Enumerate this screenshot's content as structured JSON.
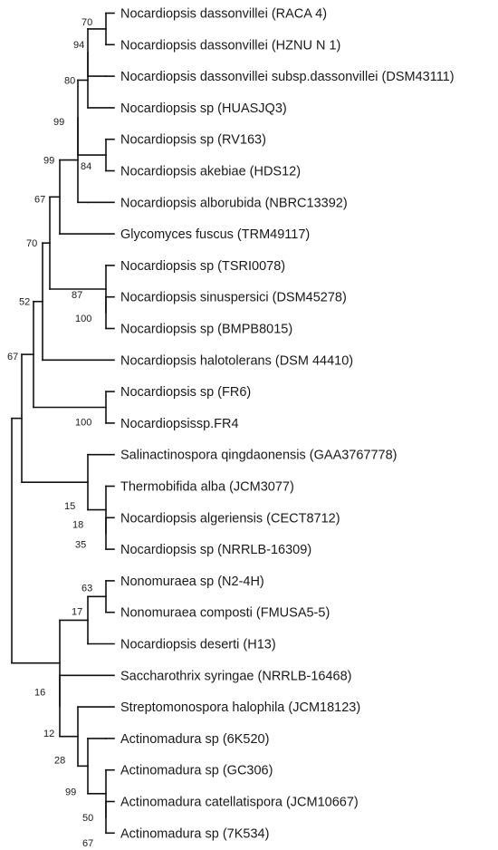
{
  "tree": {
    "leaves": [
      "Nocardiopsis dassonvillei (RACA 4)",
      "Nocardiopsis dassonvillei (HZNU N 1)",
      "Nocardiopsis dassonvillei subsp.dassonvillei (DSM43111)",
      "Nocardiopsis sp (HUASJQ3)",
      "Nocardiopsis sp (RV163)",
      "Nocardiopsis akebiae (HDS12)",
      "Nocardiopsis alborubida (NBRC13392)",
      "Glycomyces fuscus (TRM49117)",
      "Nocardiopsis sp (TSRI0078)",
      "Nocardiopsis sinuspersici (DSM45278)",
      "Nocardiopsis sp (BMPB8015)",
      "Nocardiopsis halotolerans (DSM 44410)",
      "Nocardiopsis sp (FR6)",
      "Nocardiopsissp.FR4",
      "Salinactinospora qingdaonensis (GAA3767778)",
      "Thermobifida alba (JCM3077)",
      "Nocardiopsis algeriensis (CECT8712)",
      "Nocardiopsis sp (NRRLB-16309)",
      "Nonomuraea sp (N2-4H)",
      "Nonomuraea composti (FMUSA5-5)",
      "Nocardiopsis deserti (H13)",
      "Saccharothrix syringae (NRRLB-16468)",
      "Streptomonospora halophila (JCM18123)",
      "Actinomadura sp (6K520)",
      "Actinomadura sp (GC306)",
      "Actinomadura catellatispora (JCM10667)",
      "Actinomadura sp (7K534)"
    ],
    "bootstrap_values": [
      {
        "node": "n_dass_pair",
        "value": "70"
      },
      {
        "node": "n_dass3",
        "value": "94"
      },
      {
        "node": "n_dass4",
        "value": "80"
      },
      {
        "node": "n_nocA",
        "value": "99"
      },
      {
        "node": "n_rv_akeb",
        "value": "84"
      },
      {
        "node": "n_nocB",
        "value": "99"
      },
      {
        "node": "n_nocC",
        "value": "67"
      },
      {
        "node": "n_nocD",
        "value": "70"
      },
      {
        "node": "n_tsri_group",
        "value": "87"
      },
      {
        "node": "n_sinus_bmpb",
        "value": "100"
      },
      {
        "node": "n_nocE",
        "value": "52"
      },
      {
        "node": "n_fr",
        "value": "100"
      },
      {
        "node": "n_nocF",
        "value": "67"
      },
      {
        "node": "n_salin",
        "value": "15"
      },
      {
        "node": "n_thermo",
        "value": "18"
      },
      {
        "node": "n_alg_nrrl",
        "value": "35"
      },
      {
        "node": "n_nono_pair",
        "value": "63"
      },
      {
        "node": "n_nono3",
        "value": "17"
      },
      {
        "node": "n_sacc_group",
        "value": "16"
      },
      {
        "node": "n_strep_group",
        "value": "12"
      },
      {
        "node": "n_act_group",
        "value": "28"
      },
      {
        "node": "n_act3",
        "value": "99"
      },
      {
        "node": "n_act_pair",
        "value": "50"
      },
      {
        "node": "n_act_pair_b",
        "value": "67"
      }
    ]
  }
}
